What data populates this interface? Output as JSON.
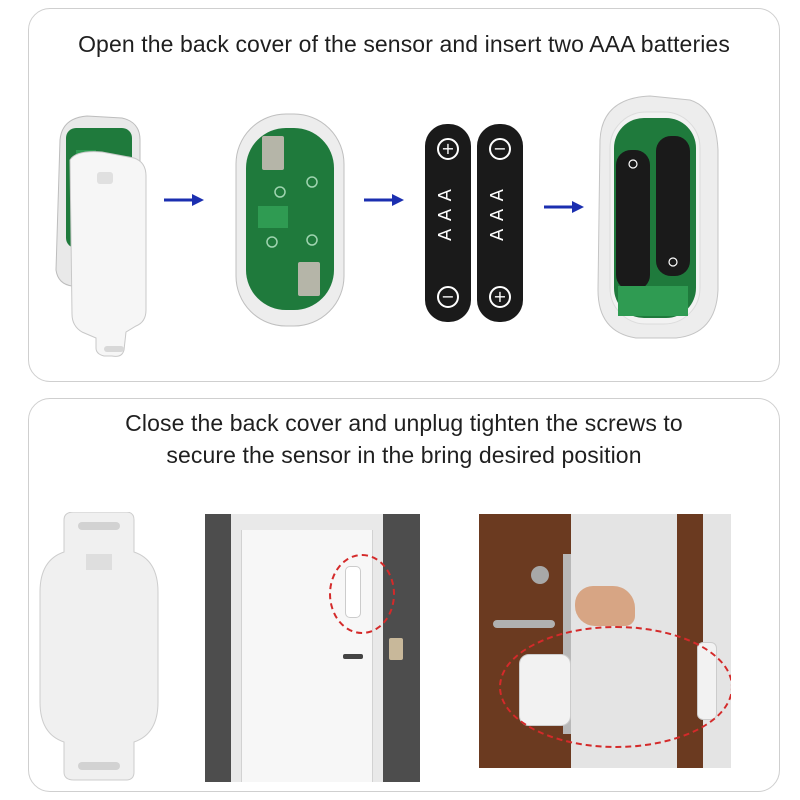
{
  "instructions": {
    "step1_title": "Open the back cover of the sensor and insert two AAA batteries",
    "step2_title_line1": "Close the back cover and unplug tighten the screws to",
    "step2_title_line2": "secure the sensor in the bring desired position"
  },
  "battery": {
    "label": "AAA",
    "plus_symbol": "+",
    "minus_symbol": "−"
  },
  "colors": {
    "arrow": "#1b2fb0",
    "pcb": "#1f7a3c",
    "battery": "#1a1a1a",
    "highlight_circle": "#d42a2a",
    "door_wood": "#6b3a20",
    "wall": "#4d4d4d"
  },
  "icons": [
    "right-arrow-icon",
    "plus-terminal-icon",
    "minus-terminal-icon"
  ]
}
